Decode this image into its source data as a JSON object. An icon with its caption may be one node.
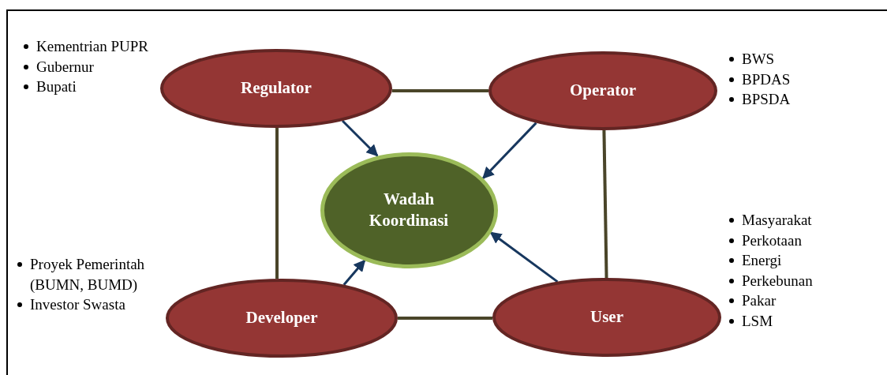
{
  "diagram": {
    "nodes": [
      {
        "text": [
          "Regulator"
        ],
        "beside": [
          "Kementrian PUPR",
          "Gubernur",
          "Bupati"
        ]
      },
      {
        "text": [
          "Operator"
        ],
        "beside": [
          "BWS",
          "BPDAS",
          "BPSDA"
        ]
      },
      {
        "text": [
          "Wadah Koordinasi"
        ]
      },
      {
        "text": [
          "Developer"
        ],
        "beside": [
          "Proyek Pemerintah (BUMN, BUMD)",
          "Investor Swasta"
        ]
      },
      {
        "text": [
          "User"
        ],
        "beside": [
          "Masyarakat",
          "Perkotaan",
          "Energi",
          "Perkebunan",
          "Pakar",
          "LSM"
        ]
      }
    ],
    "edges": [
      {
        "from": 0,
        "to": 1,
        "arrow": "none"
      },
      {
        "from": 0,
        "to": 3,
        "arrow": "none"
      },
      {
        "from": 1,
        "to": 4,
        "arrow": "none"
      },
      {
        "from": 3,
        "to": 4,
        "arrow": "none"
      },
      {
        "from": 0,
        "to": 2,
        "arrow": "to",
        "color": "#17375e"
      },
      {
        "from": 1,
        "to": 2,
        "arrow": "to",
        "color": "#17375e"
      },
      {
        "from": 3,
        "to": 2,
        "arrow": "to",
        "color": "#17375e"
      },
      {
        "from": 4,
        "to": 2,
        "arrow": "to",
        "color": "#17375e"
      }
    ]
  }
}
